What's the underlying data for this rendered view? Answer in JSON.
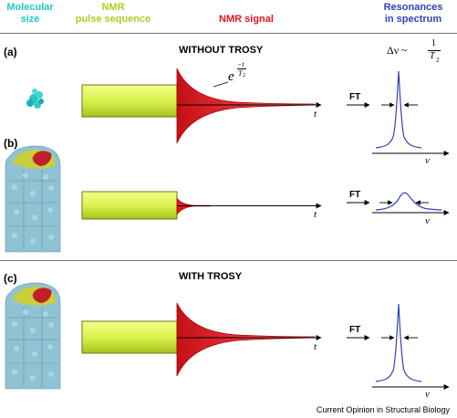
{
  "headers": {
    "molecular_size": [
      "Molecular",
      "size"
    ],
    "pulse_sequence": [
      "NMR",
      "pulse sequence"
    ],
    "nmr_signal": "NMR signal",
    "resonances": [
      "Resonances",
      "in spectrum"
    ]
  },
  "colors": {
    "molecular": "#22c7c7",
    "pulse": "#b6c824",
    "signal": "#e0161c",
    "resonance": "#3340b8",
    "pulse_fill": "#d9f24d",
    "protein_blue": "#8fc3d3",
    "protein_yellow": "#c8cf3a",
    "protein_red": "#c0202a"
  },
  "panels": [
    {
      "label": "(a)",
      "title": "WITHOUT TROSY",
      "ft": "FT",
      "t": "t",
      "nu": "ν"
    },
    {
      "label": "(b)",
      "title": "",
      "ft": "FT",
      "t": "t",
      "nu": "ν"
    },
    {
      "label": "(c)",
      "title": "WITH TROSY",
      "ft": "FT",
      "t": "t",
      "nu": "ν"
    }
  ],
  "equations": {
    "decay_base": "e",
    "decay_exp_num": "−t",
    "decay_exp_den": "T",
    "decay_exp_sub": "2",
    "linewidth_left": "Δν ~",
    "linewidth_num": "1",
    "linewidth_den": "T",
    "linewidth_sub": "2"
  },
  "credit": "Current Opinion in Structural Biology"
}
